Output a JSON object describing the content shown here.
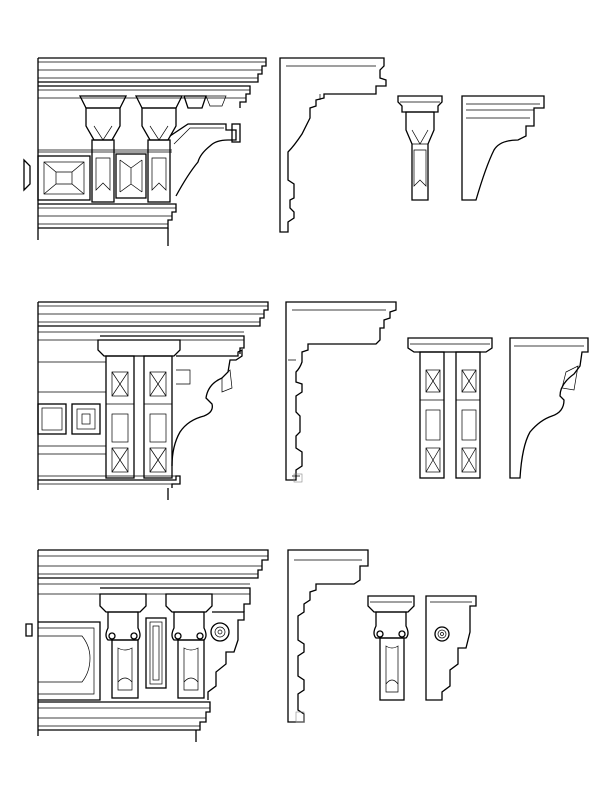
{
  "sheet": {
    "background": "#ffffff",
    "line_color": "#000000",
    "rows": [
      {
        "name": "cornice-row-1",
        "elements": [
          "dentil-frieze-elevation",
          "cornice-profile-section",
          "bracket-front-view",
          "bracket-side-view"
        ]
      },
      {
        "name": "cornice-row-2",
        "elements": [
          "paneled-frieze-elevation",
          "cornice-profile-section",
          "double-bracket-front-view",
          "bracket-side-view"
        ]
      },
      {
        "name": "cornice-row-3",
        "elements": [
          "medallion-frieze-elevation",
          "cornice-profile-section",
          "bracket-front-view",
          "bracket-side-view"
        ]
      }
    ]
  }
}
